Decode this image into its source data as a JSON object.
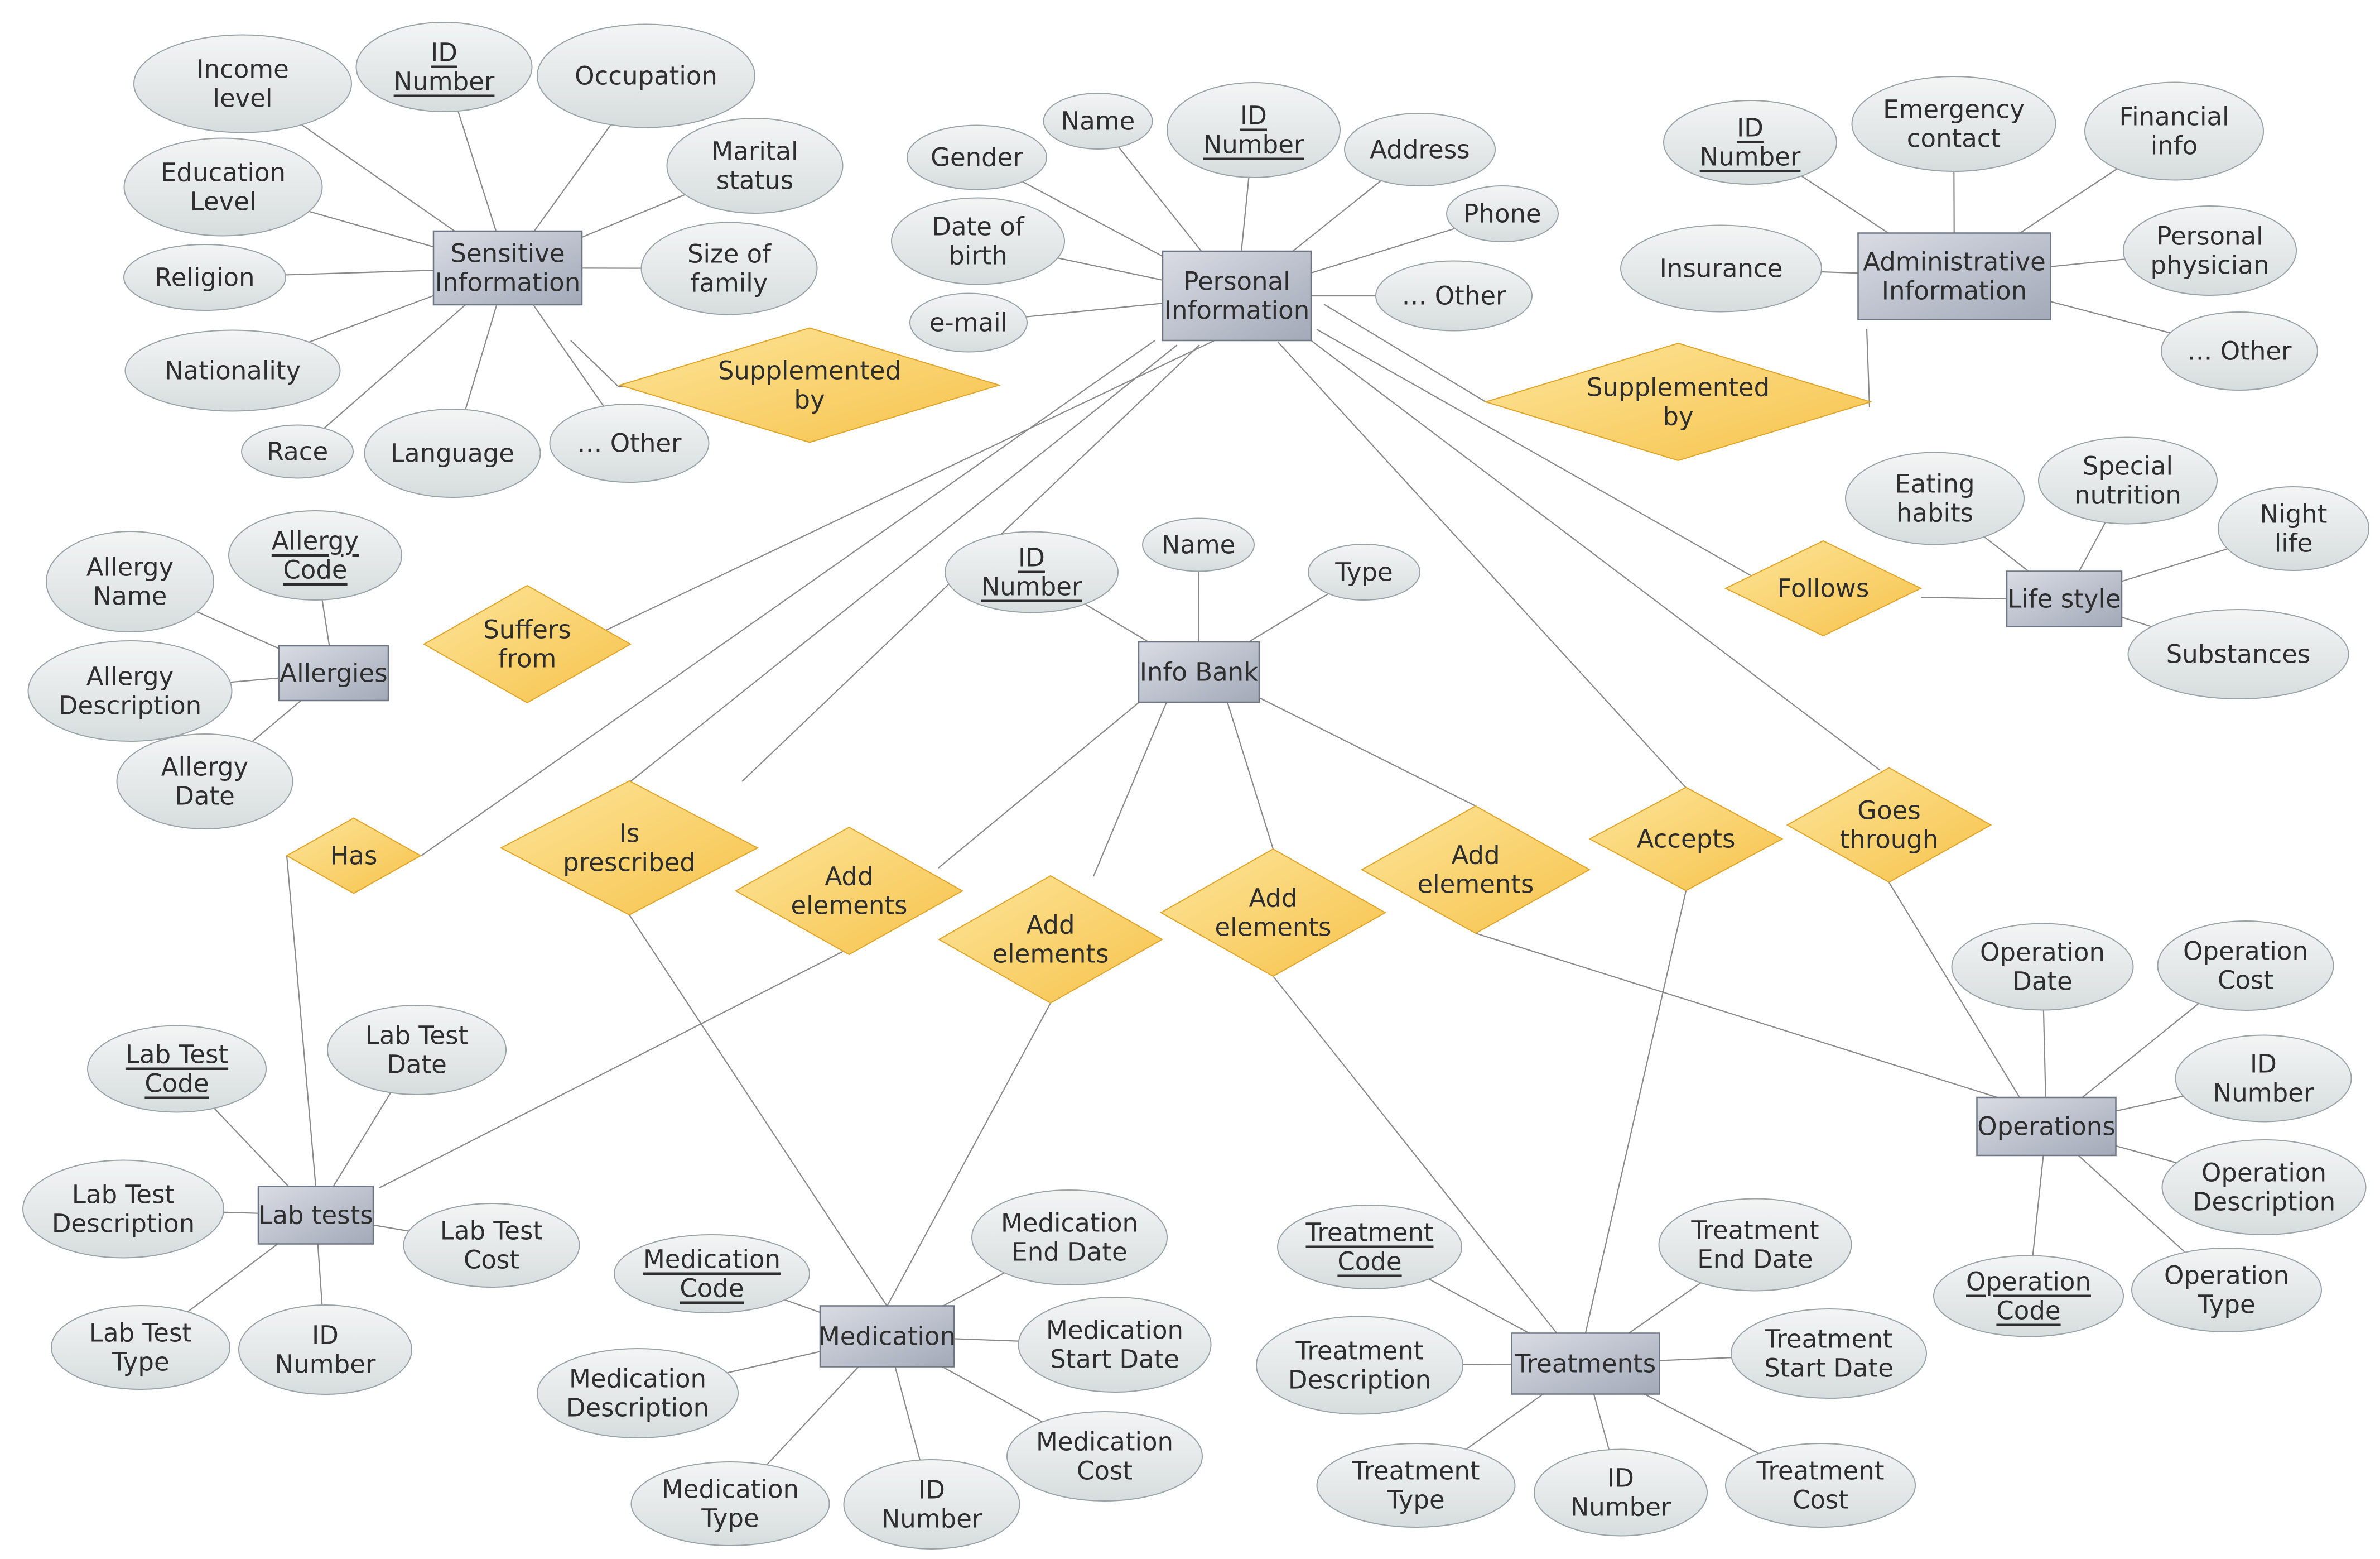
{
  "entities": {
    "sensitive": [
      "Sensitive",
      "Information"
    ],
    "personal": [
      "Personal",
      "Information"
    ],
    "admin": [
      "Administrative",
      "Information"
    ],
    "allergies": [
      "Allergies"
    ],
    "infobank": [
      "Info Bank"
    ],
    "lifestyle": [
      "Life style"
    ],
    "labtests": [
      "Lab tests"
    ],
    "medication": [
      "Medication"
    ],
    "treatments": [
      "Treatments"
    ],
    "operations": [
      "Operations"
    ]
  },
  "relationships": {
    "supp1": [
      "Supplemented",
      "by"
    ],
    "supp2": [
      "Supplemented",
      "by"
    ],
    "suffers": [
      "Suffers",
      "from"
    ],
    "follows": [
      "Follows"
    ],
    "has": [
      "Has"
    ],
    "prescribed": [
      "Is",
      "prescribed"
    ],
    "add1": [
      "Add",
      "elements"
    ],
    "add2": [
      "Add",
      "elements"
    ],
    "add3": [
      "Add",
      "elements"
    ],
    "add4": [
      "Add",
      "elements"
    ],
    "accepts": [
      "Accepts"
    ],
    "goes": [
      "Goes",
      "through"
    ]
  },
  "attributes": {
    "s_income": [
      "Income",
      "level"
    ],
    "s_id": [
      "ID",
      "Number"
    ],
    "s_occupation": [
      "Occupation"
    ],
    "s_education": [
      "Education",
      "Level"
    ],
    "s_marital": [
      "Marital",
      "status"
    ],
    "s_religion": [
      "Religion"
    ],
    "s_family": [
      "Size of",
      "family"
    ],
    "s_nationality": [
      "Nationality"
    ],
    "s_race": [
      "Race"
    ],
    "s_language": [
      "Language"
    ],
    "s_other": [
      "… Other"
    ],
    "p_gender": [
      "Gender"
    ],
    "p_name": [
      "Name"
    ],
    "p_id": [
      "ID",
      "Number"
    ],
    "p_address": [
      "Address"
    ],
    "p_dob": [
      "Date of",
      "birth"
    ],
    "p_phone": [
      "Phone"
    ],
    "p_email": [
      "e-mail"
    ],
    "p_other": [
      "… Other"
    ],
    "a_id": [
      "ID",
      "Number"
    ],
    "a_emergency": [
      "Emergency",
      "contact"
    ],
    "a_financial": [
      "Financial",
      "info"
    ],
    "a_insurance": [
      "Insurance"
    ],
    "a_physician": [
      "Personal",
      "physician"
    ],
    "a_other": [
      "… Other"
    ],
    "al_name": [
      "Allergy",
      "Name"
    ],
    "al_code": [
      "Allergy",
      "Code"
    ],
    "al_desc": [
      "Allergy",
      "Description"
    ],
    "al_date": [
      "Allergy",
      "Date"
    ],
    "ib_id": [
      "ID",
      "Number"
    ],
    "ib_name": [
      "Name"
    ],
    "ib_type": [
      "Type"
    ],
    "ls_eating": [
      "Eating",
      "habits"
    ],
    "ls_special": [
      "Special",
      "nutrition"
    ],
    "ls_night": [
      "Night",
      "life"
    ],
    "ls_substances": [
      "Substances"
    ],
    "lt_code": [
      "Lab Test",
      "Code"
    ],
    "lt_date": [
      "Lab Test",
      "Date"
    ],
    "lt_desc": [
      "Lab Test",
      "Description"
    ],
    "lt_cost": [
      "Lab Test",
      "Cost"
    ],
    "lt_type": [
      "Lab Test",
      "Type"
    ],
    "lt_id": [
      "ID",
      "Number"
    ],
    "m_code": [
      "Medication",
      "Code"
    ],
    "m_end": [
      "Medication",
      "End Date"
    ],
    "m_start": [
      "Medication",
      "Start Date"
    ],
    "m_desc": [
      "Medication",
      "Description"
    ],
    "m_cost": [
      "Medication",
      "Cost"
    ],
    "m_type": [
      "Medication",
      "Type"
    ],
    "m_id": [
      "ID",
      "Number"
    ],
    "t_code": [
      "Treatment",
      "Code"
    ],
    "t_end": [
      "Treatment",
      "End Date"
    ],
    "t_desc": [
      "Treatment",
      "Description"
    ],
    "t_start": [
      "Treatment",
      "Start Date"
    ],
    "t_type": [
      "Treatment",
      "Type"
    ],
    "t_id": [
      "ID",
      "Number"
    ],
    "t_cost": [
      "Treatment",
      "Cost"
    ],
    "o_date": [
      "Operation",
      "Date"
    ],
    "o_cost": [
      "Operation",
      "Cost"
    ],
    "o_id": [
      "ID",
      "Number"
    ],
    "o_desc": [
      "Operation",
      "Description"
    ],
    "o_code": [
      "Operation",
      "Code"
    ],
    "o_type": [
      "Operation",
      "Type"
    ]
  }
}
